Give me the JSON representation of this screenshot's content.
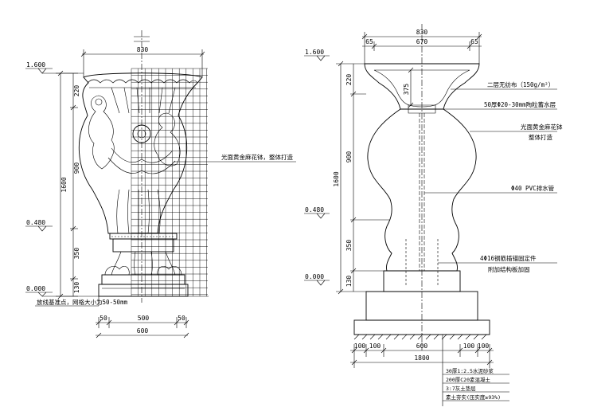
{
  "left_elevation": {
    "top_width": "830",
    "base_widths": [
      "50",
      "500",
      "50"
    ],
    "base_total": "600",
    "heights": [
      "220",
      "900",
      "1600",
      "350",
      "130"
    ],
    "levels": [
      "1.600",
      "0.480",
      "0.000"
    ],
    "notes": [
      "光面黄金麻花钵，整体打造",
      "放线基准点，网格大小为50-50mm"
    ]
  },
  "right_section": {
    "top_width": "830",
    "top_parts": [
      "65",
      "670",
      "65"
    ],
    "heights": [
      "220",
      "375",
      "900",
      "1600",
      "350",
      "130"
    ],
    "levels": [
      "1.600",
      "0.480",
      "0.000"
    ],
    "notes": [
      "二层无纺布（150g/m²）",
      "50厚Φ20-30mm陶粒蓄水层",
      "光面黄金麻花钵",
      "整体打造",
      "Φ40 PVC排水管",
      "4Φ16钢筋插锚固定件",
      "附加结构板加固"
    ],
    "bottom_widths": [
      "100",
      "100",
      "600",
      "100",
      "100"
    ],
    "bottom_total": "1800",
    "foundation_notes": [
      "30厚1:2.5水泥砂浆",
      "200厚C20素混凝土",
      "3:7灰土垫层",
      "素土夯实(压实度≥93%)"
    ]
  }
}
